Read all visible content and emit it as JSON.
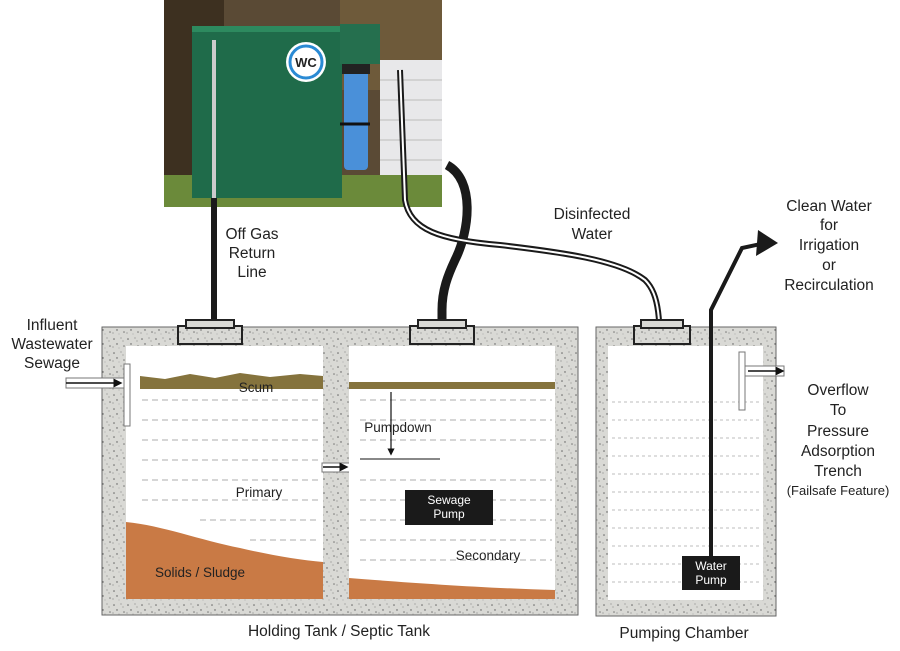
{
  "photo": {
    "logo_text": "WC"
  },
  "labels": {
    "off_gas": [
      "Off Gas",
      "Return",
      "Line"
    ],
    "disinfected": [
      "Disinfected",
      "Water"
    ],
    "clean_water": [
      "Clean Water",
      "for",
      "Irrigation",
      "or",
      "Recirculation"
    ],
    "influent": [
      "Influent",
      "Wastewater",
      "Sewage"
    ],
    "overflow": [
      "Overflow",
      "To",
      "Pressure",
      "Adsorption",
      "Trench"
    ],
    "failsafe": "(Failsafe Feature)",
    "scum": "Scum",
    "pumpdown": "Pumpdown",
    "primary": "Primary",
    "secondary": "Secondary",
    "solids": "Solids / Sludge",
    "sewage_pump": [
      "Sewage",
      "Pump"
    ],
    "water_pump": [
      "Water",
      "Pump"
    ],
    "holding_tank": "Holding Tank / Septic Tank",
    "pumping_chamber": "Pumping Chamber"
  },
  "colors": {
    "concrete": "#d6d6d2",
    "sludge": "#c97a45",
    "scum": "#85733d",
    "pipe": "#1a1a1a",
    "enclosure": "#1f6b4a",
    "filter": "#4a90d9"
  }
}
